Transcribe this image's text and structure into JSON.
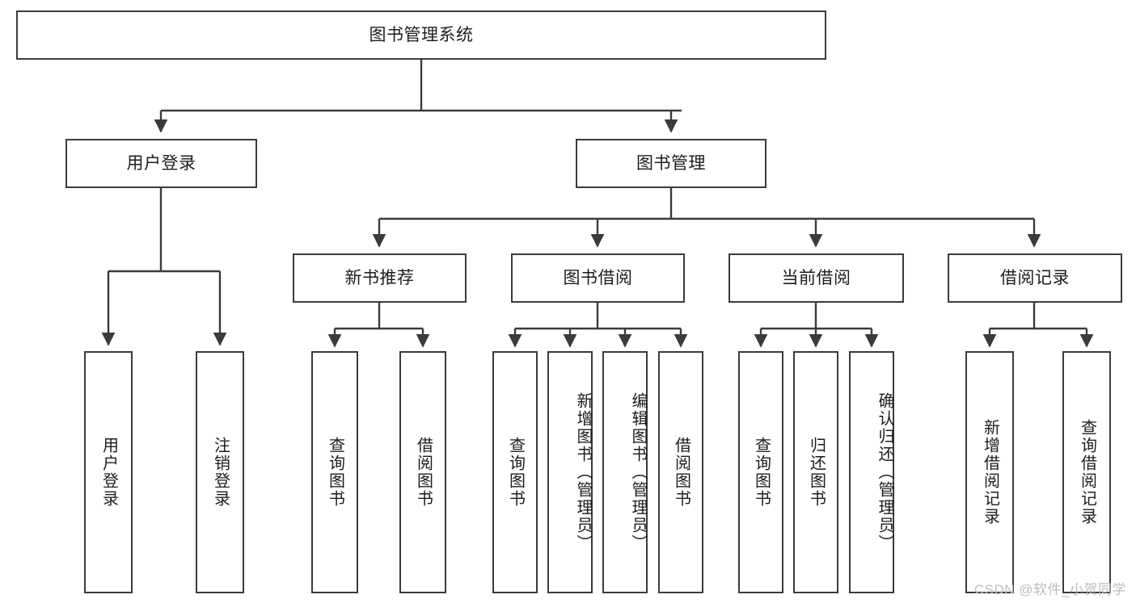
{
  "diagram": {
    "title_node": {
      "label": "图书管理系统"
    },
    "level2": [
      {
        "label": "用户登录"
      },
      {
        "label": "图书管理"
      }
    ],
    "level3": [
      {
        "label": "新书推荐"
      },
      {
        "label": "图书借阅"
      },
      {
        "label": "当前借阅"
      },
      {
        "label": "借阅记录"
      }
    ],
    "leaves": {
      "user_login": [
        {
          "label": "用户登录"
        },
        {
          "label": "注销登录"
        }
      ],
      "new_book": [
        {
          "label": "查询图书"
        },
        {
          "label": "借阅图书"
        }
      ],
      "book_borrow": [
        {
          "label": "查询图书"
        },
        {
          "label": "新增图书（管理员）"
        },
        {
          "label": "编辑图书（管理员）"
        },
        {
          "label": "借阅图书"
        }
      ],
      "current_borrow": [
        {
          "label": "查询图书"
        },
        {
          "label": "归还图书"
        },
        {
          "label": "确认归还（管理员）"
        }
      ],
      "borrow_record": [
        {
          "label": "新增借阅记录"
        },
        {
          "label": "查询借阅记录"
        }
      ]
    }
  },
  "watermark": {
    "text": "CSDN @软件_小贺同学"
  },
  "colors": {
    "border": "#3b3b3b",
    "background": "#ffffff",
    "text": "#1d1d1d",
    "watermark": "#bdbdbd"
  }
}
